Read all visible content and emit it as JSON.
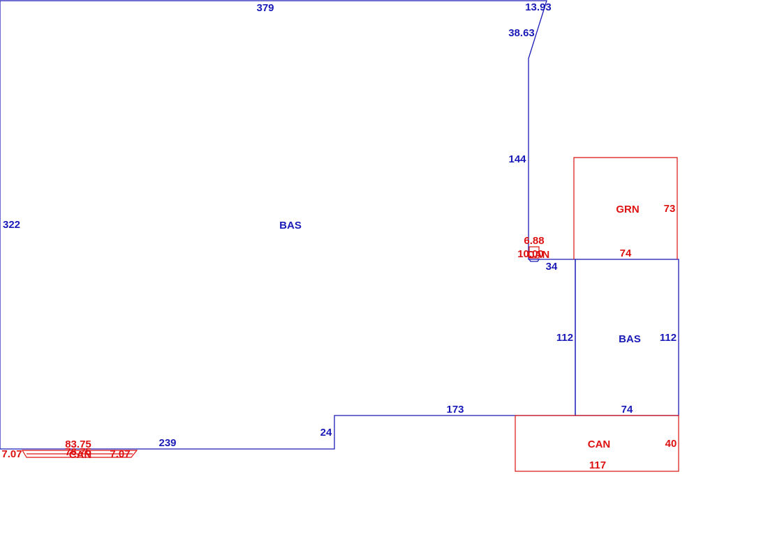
{
  "colors": {
    "main": "#1a1ab8",
    "addition": "#dd1111",
    "background": "#ffffff"
  },
  "areas": {
    "bas_main": "BAS",
    "bas_annex": "BAS",
    "garage": "GRN",
    "canopy_right": "CAN",
    "canopy_left": "CAN",
    "canopy_small": "CAN"
  },
  "dimensions": {
    "top": "379",
    "top_right_a": "13.93",
    "top_right_b": "38.63",
    "right_upper": "144",
    "left": "322",
    "step_34": "34",
    "annex_left": "112",
    "annex_right": "112",
    "annex_bottom": "74",
    "bottom_middle": "173",
    "step_24": "24",
    "bottom_left": "239",
    "garage_bottom": "74",
    "garage_right": "73",
    "canopy_right_side": "40",
    "canopy_right_bottom": "117",
    "canopy_left_top": "83.75",
    "canopy_left_bottom": "76.75",
    "canopy_left_end_a": "7.07",
    "canopy_left_end_b": "7.07",
    "small_top": "6.88",
    "small_left": "10.00"
  }
}
